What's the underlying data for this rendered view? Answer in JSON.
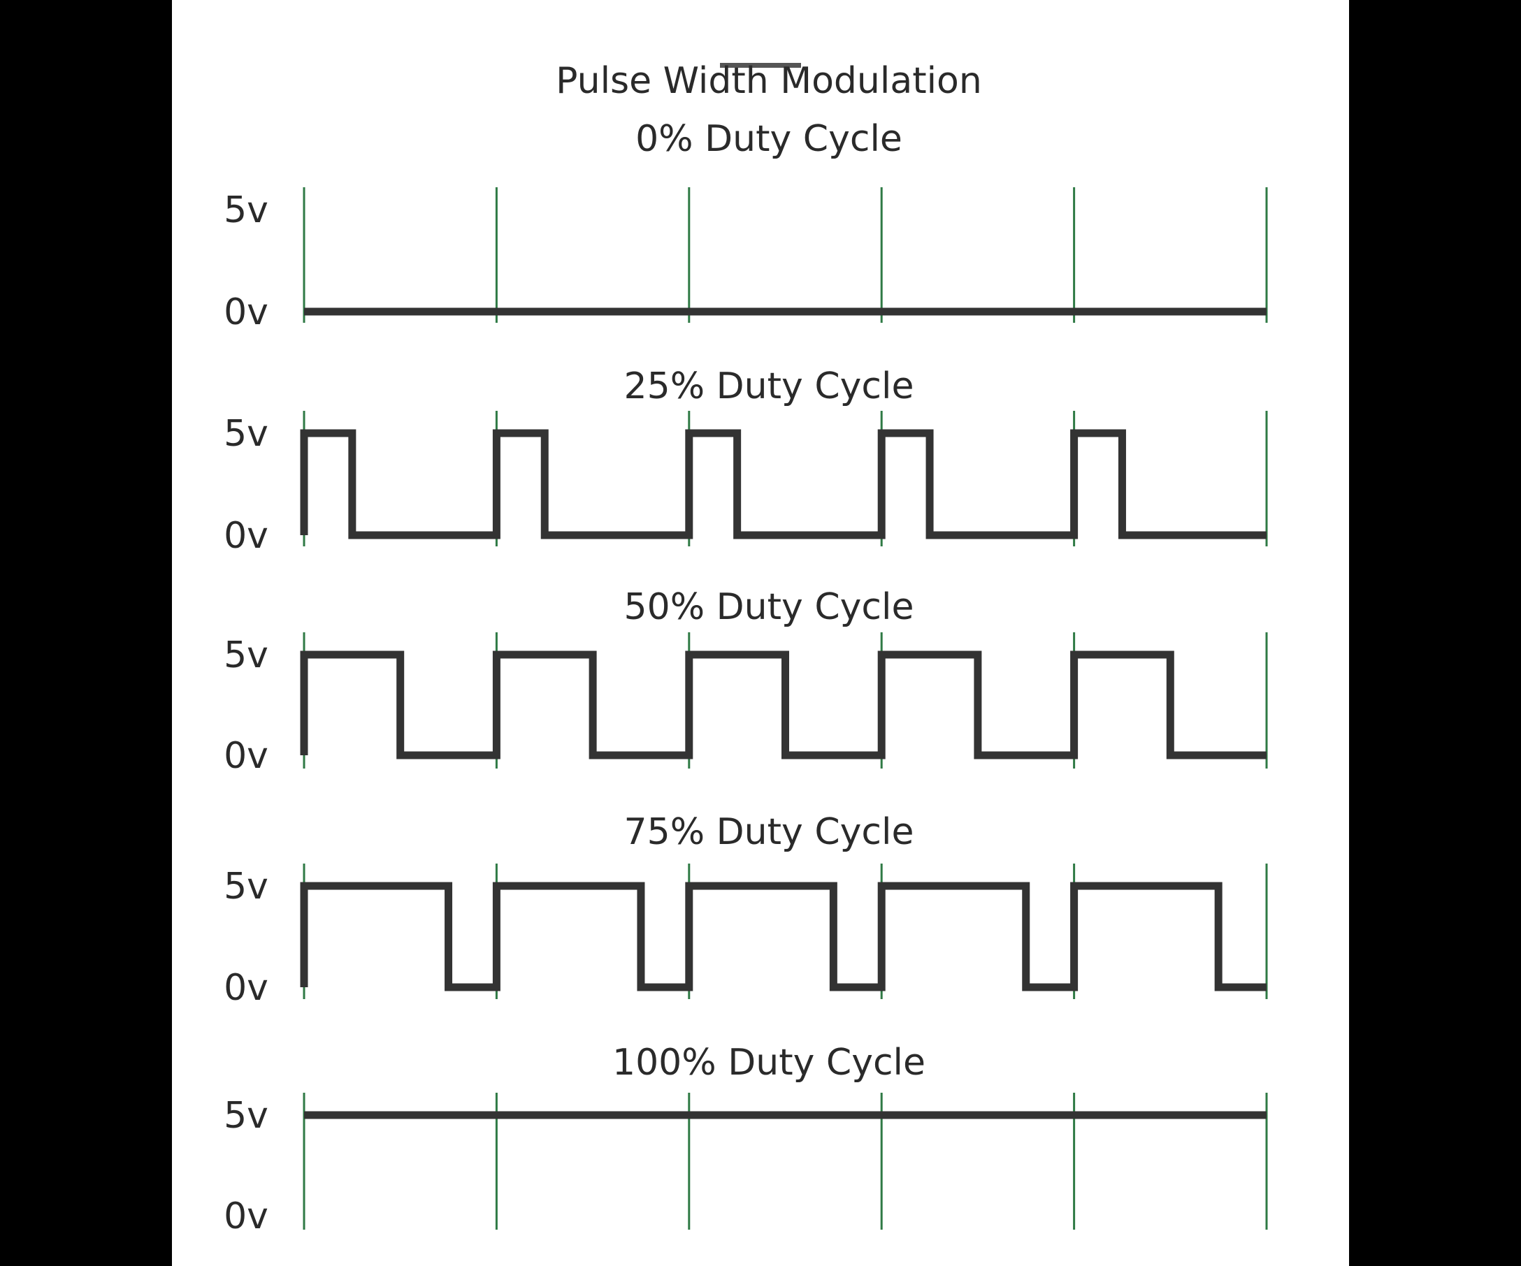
{
  "diagram": {
    "title": "Pulse Width Modulation",
    "high_label": "5v",
    "low_label": "0v",
    "periods_shown": 5,
    "colors": {
      "background": "#ffffff",
      "outside": "#000000",
      "signal": "#333333",
      "period_marker": "#2f7a45",
      "text": "#2a2a2a"
    },
    "panels": [
      {
        "label": "0% Duty Cycle",
        "duty": 0
      },
      {
        "label": "25% Duty Cycle",
        "duty": 25
      },
      {
        "label": "50% Duty Cycle",
        "duty": 50
      },
      {
        "label": "75% Duty Cycle",
        "duty": 75
      },
      {
        "label": "100% Duty Cycle",
        "duty": 100
      }
    ]
  }
}
